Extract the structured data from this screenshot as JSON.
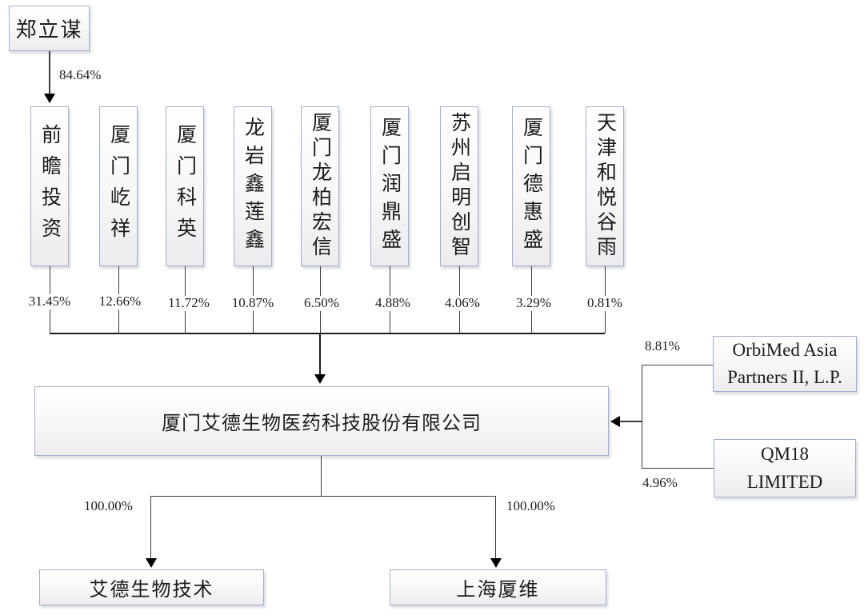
{
  "diagram_title": "equity-structure-chart",
  "controller": {
    "name": "郑立谋",
    "ownership_in_first_holder": "84.64%"
  },
  "shareholders": [
    {
      "name": "前瞻投资",
      "ownership": "31.45%"
    },
    {
      "name": "厦门屹祥",
      "ownership": "12.66%"
    },
    {
      "name": "厦门科英",
      "ownership": "11.72%"
    },
    {
      "name": "龙岩鑫莲鑫",
      "ownership": "10.87%"
    },
    {
      "name": "厦门龙柏宏信",
      "ownership": "6.50%"
    },
    {
      "name": "厦门润鼎盛",
      "ownership": "4.88%"
    },
    {
      "name": "苏州启明创智",
      "ownership": "4.06%"
    },
    {
      "name": "厦门德惠盛",
      "ownership": "3.29%"
    },
    {
      "name": "天津和悦谷雨",
      "ownership": "0.81%"
    }
  ],
  "company": {
    "name": "厦门艾德生物医药科技股份有限公司"
  },
  "foreign_shareholders": [
    {
      "line1": "OrbiMed Asia",
      "line2": "Partners II, L.P.",
      "ownership": "8.81%"
    },
    {
      "line1": "QM18",
      "line2": "LIMITED",
      "ownership": "4.96%"
    }
  ],
  "subsidiaries": [
    {
      "name": "艾德生物技术",
      "ownership": "100.00%"
    },
    {
      "name": "上海厦维",
      "ownership": "100.00%"
    }
  ],
  "colors": {
    "box_border": "#a3aecb",
    "connector": "#3c3c3c",
    "arrow": "#000000",
    "text": "#1c1c1c",
    "background": "#ffffff"
  }
}
